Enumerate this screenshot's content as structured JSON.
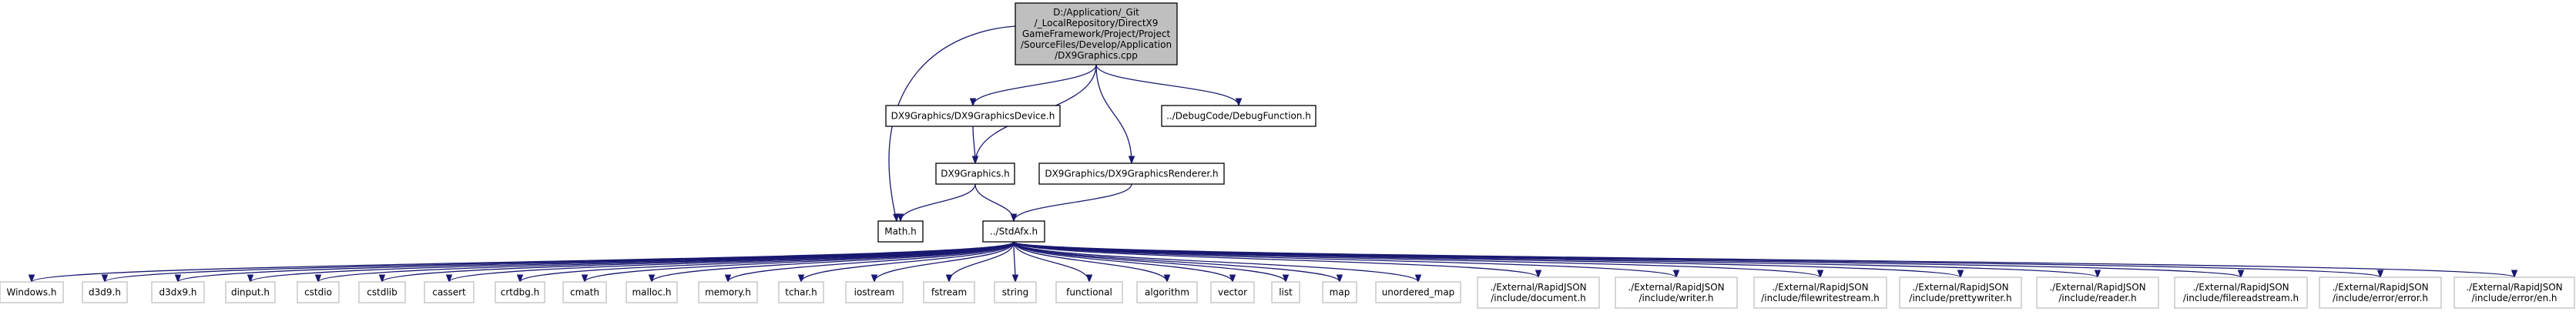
{
  "colors": {
    "edge": "#191970",
    "root_fill": "#bfbfbf",
    "node_fill": "#ffffff",
    "node_border": "#000000",
    "leaf_border": "#bfbfbf"
  },
  "nodes": [
    {
      "id": "root",
      "lines": [
        "D:/Application/_Git",
        "/_LocalRepository/DirectX9",
        "GameFramework/Project/Project",
        "/SourceFiles/Develop/Application",
        "/DX9Graphics.cpp"
      ],
      "kind": "root"
    },
    {
      "id": "dx9dev",
      "lines": [
        "DX9Graphics/DX9GraphicsDevice.h"
      ],
      "kind": "normal"
    },
    {
      "id": "debug",
      "lines": [
        "../DebugCode/DebugFunction.h"
      ],
      "kind": "normal"
    },
    {
      "id": "dx9g",
      "lines": [
        "DX9Graphics.h"
      ],
      "kind": "normal"
    },
    {
      "id": "dx9rend",
      "lines": [
        "DX9Graphics/DX9GraphicsRenderer.h"
      ],
      "kind": "normal"
    },
    {
      "id": "math",
      "lines": [
        "Math.h"
      ],
      "kind": "normal"
    },
    {
      "id": "stdafx",
      "lines": [
        "../StdAfx.h"
      ],
      "kind": "normal"
    },
    {
      "id": "windows",
      "lines": [
        "Windows.h"
      ],
      "kind": "leaf"
    },
    {
      "id": "d3d9",
      "lines": [
        "d3d9.h"
      ],
      "kind": "leaf"
    },
    {
      "id": "d3dx9",
      "lines": [
        "d3dx9.h"
      ],
      "kind": "leaf"
    },
    {
      "id": "dinput",
      "lines": [
        "dinput.h"
      ],
      "kind": "leaf"
    },
    {
      "id": "cstdio",
      "lines": [
        "cstdio"
      ],
      "kind": "leaf"
    },
    {
      "id": "cstdlib",
      "lines": [
        "cstdlib"
      ],
      "kind": "leaf"
    },
    {
      "id": "cassert",
      "lines": [
        "cassert"
      ],
      "kind": "leaf"
    },
    {
      "id": "crtdbg",
      "lines": [
        "crtdbg.h"
      ],
      "kind": "leaf"
    },
    {
      "id": "cmath",
      "lines": [
        "cmath"
      ],
      "kind": "leaf"
    },
    {
      "id": "malloc",
      "lines": [
        "malloc.h"
      ],
      "kind": "leaf"
    },
    {
      "id": "memory",
      "lines": [
        "memory.h"
      ],
      "kind": "leaf"
    },
    {
      "id": "tchar",
      "lines": [
        "tchar.h"
      ],
      "kind": "leaf"
    },
    {
      "id": "iostream",
      "lines": [
        "iostream"
      ],
      "kind": "leaf"
    },
    {
      "id": "fstream",
      "lines": [
        "fstream"
      ],
      "kind": "leaf"
    },
    {
      "id": "string",
      "lines": [
        "string"
      ],
      "kind": "leaf"
    },
    {
      "id": "functional",
      "lines": [
        "functional"
      ],
      "kind": "leaf"
    },
    {
      "id": "algorithm",
      "lines": [
        "algorithm"
      ],
      "kind": "leaf"
    },
    {
      "id": "vector",
      "lines": [
        "vector"
      ],
      "kind": "leaf"
    },
    {
      "id": "list",
      "lines": [
        "list"
      ],
      "kind": "leaf"
    },
    {
      "id": "map",
      "lines": [
        "map"
      ],
      "kind": "leaf"
    },
    {
      "id": "umap",
      "lines": [
        "unordered_map"
      ],
      "kind": "leaf"
    },
    {
      "id": "rj_document",
      "lines": [
        "./External/RapidJSON",
        "/include/document.h"
      ],
      "kind": "leaf"
    },
    {
      "id": "rj_writer",
      "lines": [
        "./External/RapidJSON",
        "/include/writer.h"
      ],
      "kind": "leaf"
    },
    {
      "id": "rj_filewrite",
      "lines": [
        "./External/RapidJSON",
        "/include/filewritestream.h"
      ],
      "kind": "leaf"
    },
    {
      "id": "rj_pretty",
      "lines": [
        "./External/RapidJSON",
        "/include/prettywriter.h"
      ],
      "kind": "leaf"
    },
    {
      "id": "rj_reader",
      "lines": [
        "./External/RapidJSON",
        "/include/reader.h"
      ],
      "kind": "leaf"
    },
    {
      "id": "rj_fileread",
      "lines": [
        "./External/RapidJSON",
        "/include/filereadstream.h"
      ],
      "kind": "leaf"
    },
    {
      "id": "rj_error",
      "lines": [
        "./External/RapidJSON",
        "/include/error/error.h"
      ],
      "kind": "leaf"
    },
    {
      "id": "rj_en",
      "lines": [
        "./External/RapidJSON",
        "/include/error/en.h"
      ],
      "kind": "leaf"
    }
  ],
  "edges": [
    [
      "root",
      "dx9dev"
    ],
    [
      "root",
      "debug"
    ],
    [
      "root",
      "dx9g"
    ],
    [
      "root",
      "dx9rend"
    ],
    [
      "root",
      "math"
    ],
    [
      "dx9dev",
      "dx9g"
    ],
    [
      "dx9g",
      "math"
    ],
    [
      "dx9g",
      "stdafx"
    ],
    [
      "dx9rend",
      "stdafx"
    ],
    [
      "stdafx",
      "windows"
    ],
    [
      "stdafx",
      "d3d9"
    ],
    [
      "stdafx",
      "d3dx9"
    ],
    [
      "stdafx",
      "dinput"
    ],
    [
      "stdafx",
      "cstdio"
    ],
    [
      "stdafx",
      "cstdlib"
    ],
    [
      "stdafx",
      "cassert"
    ],
    [
      "stdafx",
      "crtdbg"
    ],
    [
      "stdafx",
      "cmath"
    ],
    [
      "stdafx",
      "malloc"
    ],
    [
      "stdafx",
      "memory"
    ],
    [
      "stdafx",
      "tchar"
    ],
    [
      "stdafx",
      "iostream"
    ],
    [
      "stdafx",
      "fstream"
    ],
    [
      "stdafx",
      "string"
    ],
    [
      "stdafx",
      "functional"
    ],
    [
      "stdafx",
      "algorithm"
    ],
    [
      "stdafx",
      "vector"
    ],
    [
      "stdafx",
      "list"
    ],
    [
      "stdafx",
      "map"
    ],
    [
      "stdafx",
      "umap"
    ],
    [
      "stdafx",
      "rj_document"
    ],
    [
      "stdafx",
      "rj_writer"
    ],
    [
      "stdafx",
      "rj_filewrite"
    ],
    [
      "stdafx",
      "rj_pretty"
    ],
    [
      "stdafx",
      "rj_reader"
    ],
    [
      "stdafx",
      "rj_fileread"
    ],
    [
      "stdafx",
      "rj_error"
    ],
    [
      "stdafx",
      "rj_en"
    ]
  ]
}
